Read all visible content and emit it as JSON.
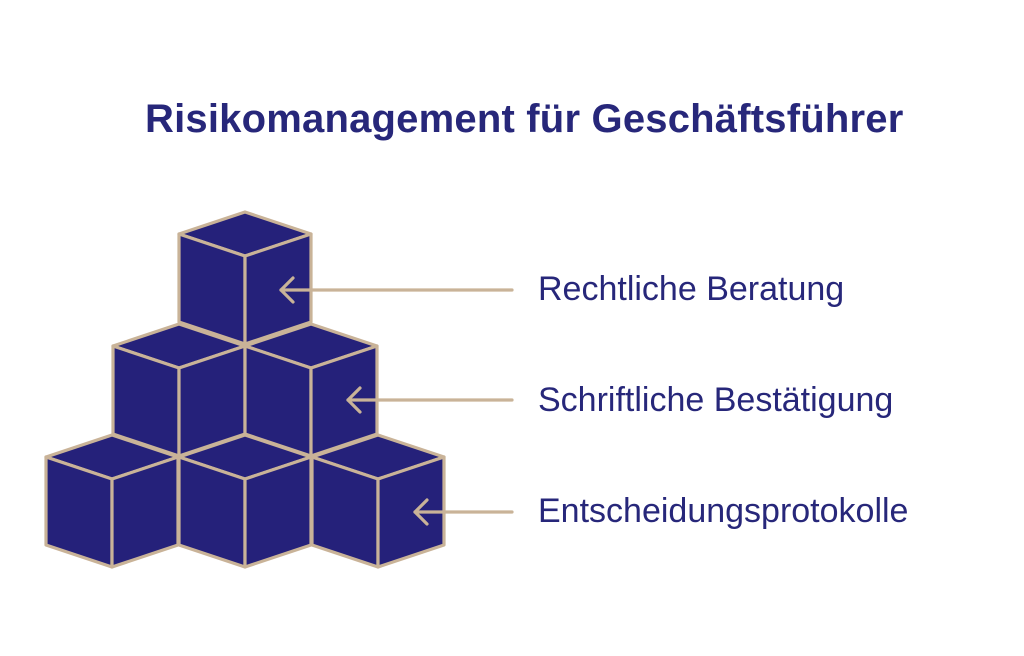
{
  "diagram": {
    "title": "Risikomanagement für Geschäftsführer",
    "items": [
      {
        "label": "Rechtliche Beratung"
      },
      {
        "label": "Schriftliche Bestätigung"
      },
      {
        "label": "Entscheidungsprotokolle"
      }
    ],
    "colors": {
      "title_text": "#27277a",
      "label_text": "#27277a",
      "cube_fill": "#25217a",
      "cube_outline": "#c9b398",
      "arrow": "#c9b398"
    }
  }
}
